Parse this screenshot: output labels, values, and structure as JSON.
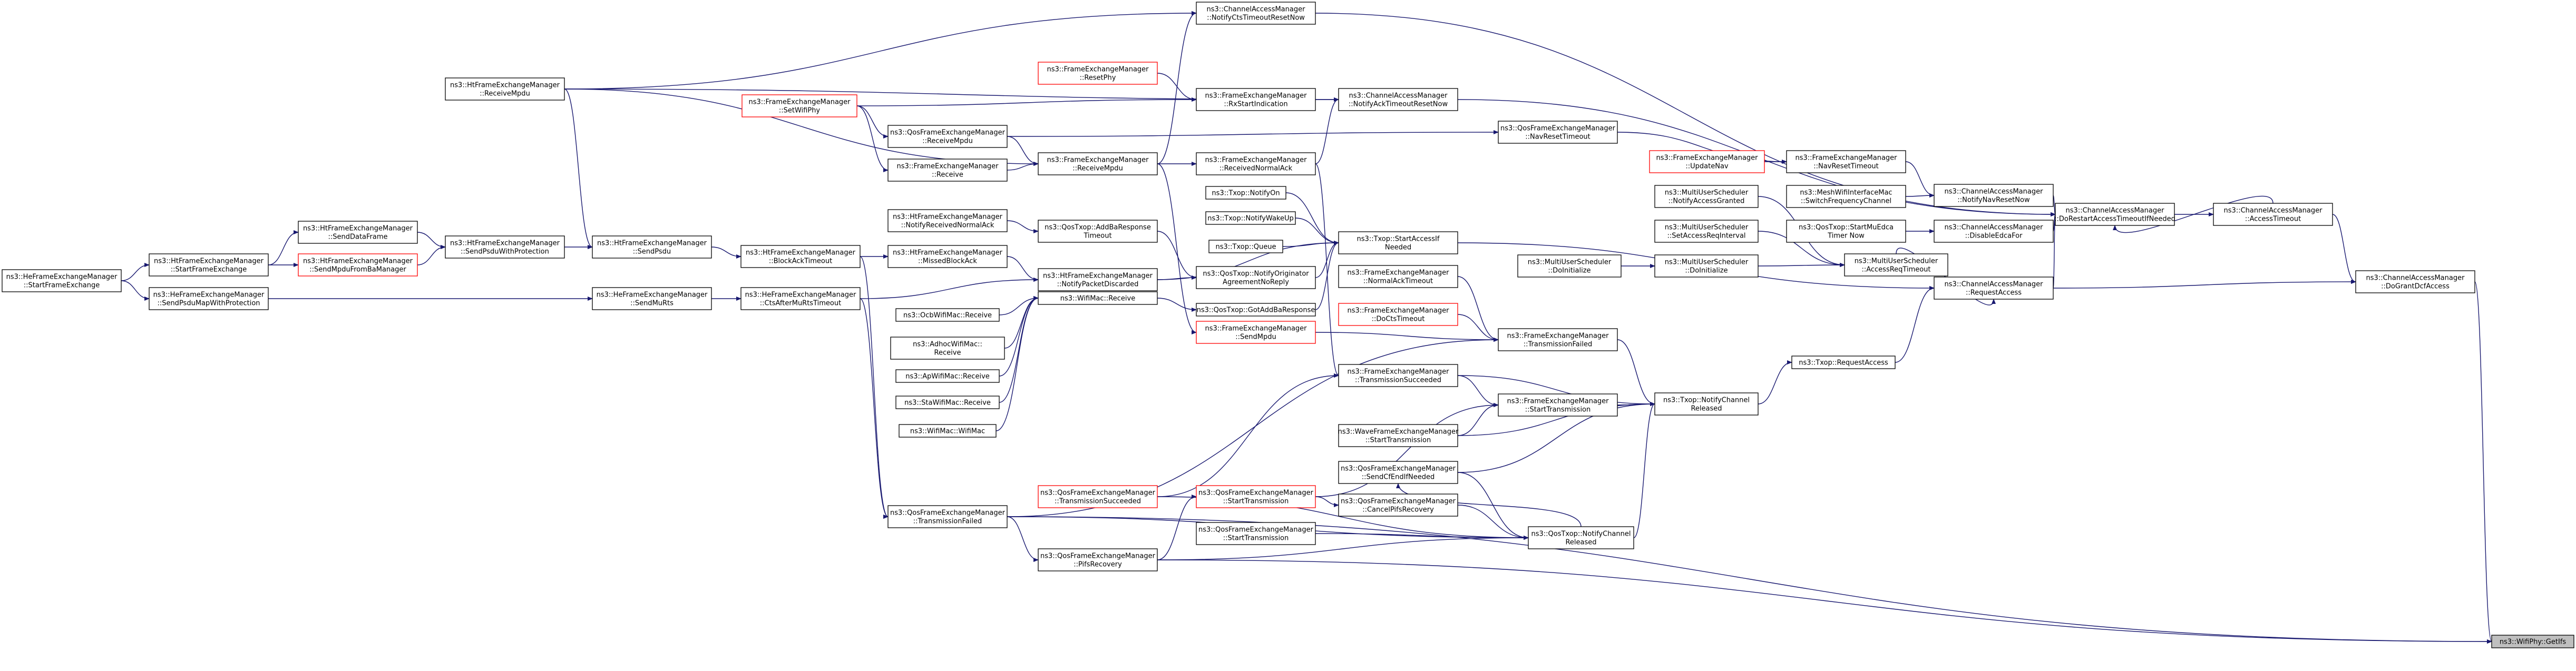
{
  "graph": {
    "edge_color": "#191970",
    "nodes": [
      {
        "id": "n_heStart",
        "lines": [
          "ns3::HeFrameExchangeManager",
          "::StartFrameExchange"
        ]
      },
      {
        "id": "n_htStart",
        "lines": [
          "ns3::HtFrameExchangeManager",
          "::StartFrameExchange"
        ]
      },
      {
        "id": "n_heSendMap",
        "lines": [
          "ns3::HeFrameExchangeManager",
          "::SendPsduMapWithProtection"
        ]
      },
      {
        "id": "n_htSendData",
        "lines": [
          "ns3::HtFrameExchangeManager",
          "::SendDataFrame"
        ]
      },
      {
        "id": "n_htSendMpdu",
        "lines": [
          "ns3::HtFrameExchangeManager",
          "::SendMpduFromBaManager"
        ],
        "red": true
      },
      {
        "id": "n_htSendPsduProt",
        "lines": [
          "ns3::HtFrameExchangeManager",
          "::SendPsduWithProtection"
        ]
      },
      {
        "id": "n_htRecvMpdu",
        "lines": [
          "ns3::HtFrameExchangeManager",
          "::ReceiveMpdu"
        ]
      },
      {
        "id": "n_htSendPsdu",
        "lines": [
          "ns3::HtFrameExchangeManager",
          "::SendPsdu"
        ]
      },
      {
        "id": "n_heSendMu",
        "lines": [
          "ns3::HeFrameExchangeManager",
          "::SendMuRts"
        ]
      },
      {
        "id": "n_feSetWifiPhy",
        "lines": [
          "ns3::FrameExchangeManager",
          "::SetWifiPhy"
        ],
        "red": true
      },
      {
        "id": "n_qosRecvMpdu",
        "lines": [
          "ns3::QosFrameExchangeManager",
          "::ReceiveMpdu"
        ]
      },
      {
        "id": "n_feReceive",
        "lines": [
          "ns3::FrameExchangeManager",
          "::Receive"
        ]
      },
      {
        "id": "n_htNotifyRecvAck",
        "lines": [
          "ns3::HtFrameExchangeManager",
          "::NotifyReceivedNormalAck"
        ]
      },
      {
        "id": "n_htBlockAck",
        "lines": [
          "ns3::HtFrameExchangeManager",
          "::BlockAckTimeout"
        ]
      },
      {
        "id": "n_htMissedBA",
        "lines": [
          "ns3::HtFrameExchangeManager",
          "::MissedBlockAck"
        ]
      },
      {
        "id": "n_heCts",
        "lines": [
          "ns3::HeFrameExchangeManager",
          "::CtsAfterMuRtsTimeout"
        ]
      },
      {
        "id": "n_htNotifyDisc",
        "lines": [
          "ns3::HtFrameExchangeManager",
          "::NotifyPacketDiscarded"
        ]
      },
      {
        "id": "n_feResetPhy",
        "lines": [
          "ns3::FrameExchangeManager",
          "::ResetPhy"
        ],
        "red": true
      },
      {
        "id": "n_feRecvMpdu",
        "lines": [
          "ns3::FrameExchangeManager",
          "::ReceiveMpdu"
        ]
      },
      {
        "id": "n_feRxStart",
        "lines": [
          "ns3::FrameExchangeManager",
          "::RxStartIndication"
        ]
      },
      {
        "id": "n_camCts",
        "lines": [
          "ns3::ChannelAccessManager",
          "::NotifyCtsTimeoutResetNow"
        ]
      },
      {
        "id": "n_camAck",
        "lines": [
          "ns3::ChannelAccessManager",
          "::NotifyAckTimeoutResetNow"
        ]
      },
      {
        "id": "n_feRecvNormalAck",
        "lines": [
          "ns3::FrameExchangeManager",
          "::ReceivedNormalAck"
        ]
      },
      {
        "id": "n_qosNav",
        "lines": [
          "ns3::QosFrameExchangeManager",
          "::NavResetTimeout"
        ]
      },
      {
        "id": "n_qosAddBa",
        "lines": [
          "ns3::QosTxop::AddBaResponse",
          "Timeout"
        ]
      },
      {
        "id": "n_txopNotifyOn",
        "lines": [
          "ns3::Txop::NotifyOn"
        ]
      },
      {
        "id": "n_txopWakeUp",
        "lines": [
          "ns3::Txop::NotifyWakeUp"
        ]
      },
      {
        "id": "n_txopQueue",
        "lines": [
          "ns3::Txop::Queue"
        ]
      },
      {
        "id": "n_qosOrig",
        "lines": [
          "ns3::QosTxop::NotifyOriginator",
          "AgreementNoReply"
        ]
      },
      {
        "id": "n_qosGotAdd",
        "lines": [
          "ns3::QosTxop::GotAddBaResponse"
        ]
      },
      {
        "id": "n_txopStartAcc",
        "lines": [
          "ns3::Txop::StartAccessIf",
          "Needed"
        ]
      },
      {
        "id": "n_ocbRecv",
        "lines": [
          "ns3::OcbWifiMac::Receive"
        ]
      },
      {
        "id": "n_adhocRecv",
        "lines": [
          "ns3::AdhocWifiMac::",
          "Receive"
        ]
      },
      {
        "id": "n_apRecv",
        "lines": [
          "ns3::ApWifiMac::Receive"
        ]
      },
      {
        "id": "n_staRecv",
        "lines": [
          "ns3::StaWifiMac::Receive"
        ]
      },
      {
        "id": "n_wifiMacCtor",
        "lines": [
          "ns3::WifiMac::WifiMac"
        ]
      },
      {
        "id": "n_wifiMacRecv",
        "lines": [
          "ns3::WifiMac::Receive"
        ]
      },
      {
        "id": "n_feSendMpdu",
        "lines": [
          "ns3::FrameExchangeManager",
          "::SendMpdu"
        ],
        "red": true
      },
      {
        "id": "n_feNormalAck",
        "lines": [
          "ns3::FrameExchangeManager",
          "::NormalAckTimeout"
        ]
      },
      {
        "id": "n_feDoCts",
        "lines": [
          "ns3::FrameExchangeManager",
          "::DoCtsTimeout"
        ],
        "red": true
      },
      {
        "id": "n_feTxFailed",
        "lines": [
          "ns3::FrameExchangeManager",
          "::TransmissionFailed"
        ]
      },
      {
        "id": "n_feTxSucc",
        "lines": [
          "ns3::FrameExchangeManager",
          "::TransmissionSucceeded"
        ]
      },
      {
        "id": "n_feStartTx",
        "lines": [
          "ns3::FrameExchangeManager",
          "::StartTransmission"
        ]
      },
      {
        "id": "n_waveStartTx",
        "lines": [
          "ns3::WaveFrameExchangeManager",
          "::StartTransmission"
        ]
      },
      {
        "id": "n_qosTxSucc",
        "lines": [
          "ns3::QosFrameExchangeManager",
          "::TransmissionSucceeded"
        ],
        "red": true
      },
      {
        "id": "n_qosStartTxRed",
        "lines": [
          "ns3::QosFrameExchangeManager",
          "::StartTransmission"
        ],
        "red": true
      },
      {
        "id": "n_qosStartTx",
        "lines": [
          "ns3::QosFrameExchangeManager",
          "::StartTransmission"
        ]
      },
      {
        "id": "n_qosSendCf",
        "lines": [
          "ns3::QosFrameExchangeManager",
          "::SendCfEndIfNeeded"
        ]
      },
      {
        "id": "n_qosCancel",
        "lines": [
          "ns3::QosFrameExchangeManager",
          "::CancelPifsRecovery"
        ]
      },
      {
        "id": "n_qosPifs",
        "lines": [
          "ns3::QosFrameExchangeManager",
          "::PifsRecovery"
        ]
      },
      {
        "id": "n_qosTxFailed",
        "lines": [
          "ns3::QosFrameExchangeManager",
          "::TransmissionFailed"
        ]
      },
      {
        "id": "n_muDoInit1",
        "lines": [
          "ns3::MultiUserScheduler",
          "::DoInitialize"
        ]
      },
      {
        "id": "n_muDoInit2",
        "lines": [
          "ns3::MultiUserScheduler",
          "::DoInitialize"
        ]
      },
      {
        "id": "n_muNotifyGranted",
        "lines": [
          "ns3::MultiUserScheduler",
          "::NotifyAccessGranted"
        ]
      },
      {
        "id": "n_muSetAccess",
        "lines": [
          "ns3::MultiUserScheduler",
          "::SetAccessReqInterval"
        ]
      },
      {
        "id": "n_muAccessReq",
        "lines": [
          "ns3::MultiUserScheduler",
          "::AccessReqTimeout"
        ]
      },
      {
        "id": "n_feUpdateNav",
        "lines": [
          "ns3::FrameExchangeManager",
          "::UpdateNav"
        ],
        "red": true
      },
      {
        "id": "n_feNavReset",
        "lines": [
          "ns3::FrameExchangeManager",
          "::NavResetTimeout"
        ]
      },
      {
        "id": "n_meshSwitch",
        "lines": [
          "ns3::MeshWifiInterfaceMac",
          "::SwitchFrequencyChannel"
        ]
      },
      {
        "id": "n_qosStartMu",
        "lines": [
          "ns3::QosTxop::StartMuEdca",
          "Timer Now"
        ]
      },
      {
        "id": "n_camNav",
        "lines": [
          "ns3::ChannelAccessManager",
          "::NotifyNavResetNow"
        ]
      },
      {
        "id": "n_camDisable",
        "lines": [
          "ns3::ChannelAccessManager",
          "::DisableEdcaFor"
        ]
      },
      {
        "id": "n_camRequest",
        "lines": [
          "ns3::ChannelAccessManager",
          "::RequestAccess"
        ]
      },
      {
        "id": "n_txopRequest",
        "lines": [
          "ns3::Txop::RequestAccess"
        ]
      },
      {
        "id": "n_txopNotifyRel",
        "lines": [
          "ns3::Txop::NotifyChannel",
          "Released"
        ]
      },
      {
        "id": "n_qosNotifyRel",
        "lines": [
          "ns3::QosTxop::NotifyChannel",
          "Released"
        ]
      },
      {
        "id": "n_camDoRestart",
        "lines": [
          "ns3::ChannelAccessManager",
          "::DoRestartAccessTimeoutIfNeeded"
        ]
      },
      {
        "id": "n_camAccessTimeout",
        "lines": [
          "ns3::ChannelAccessManager",
          "::AccessTimeout"
        ]
      },
      {
        "id": "n_camDoGrant",
        "lines": [
          "ns3::ChannelAccessManager",
          "::DoGrantDcfAccess"
        ]
      },
      {
        "id": "n_wifiPhyGetFfs",
        "lines": [
          "ns3::WifiPhy::GetIfs"
        ],
        "current": true
      }
    ]
  }
}
